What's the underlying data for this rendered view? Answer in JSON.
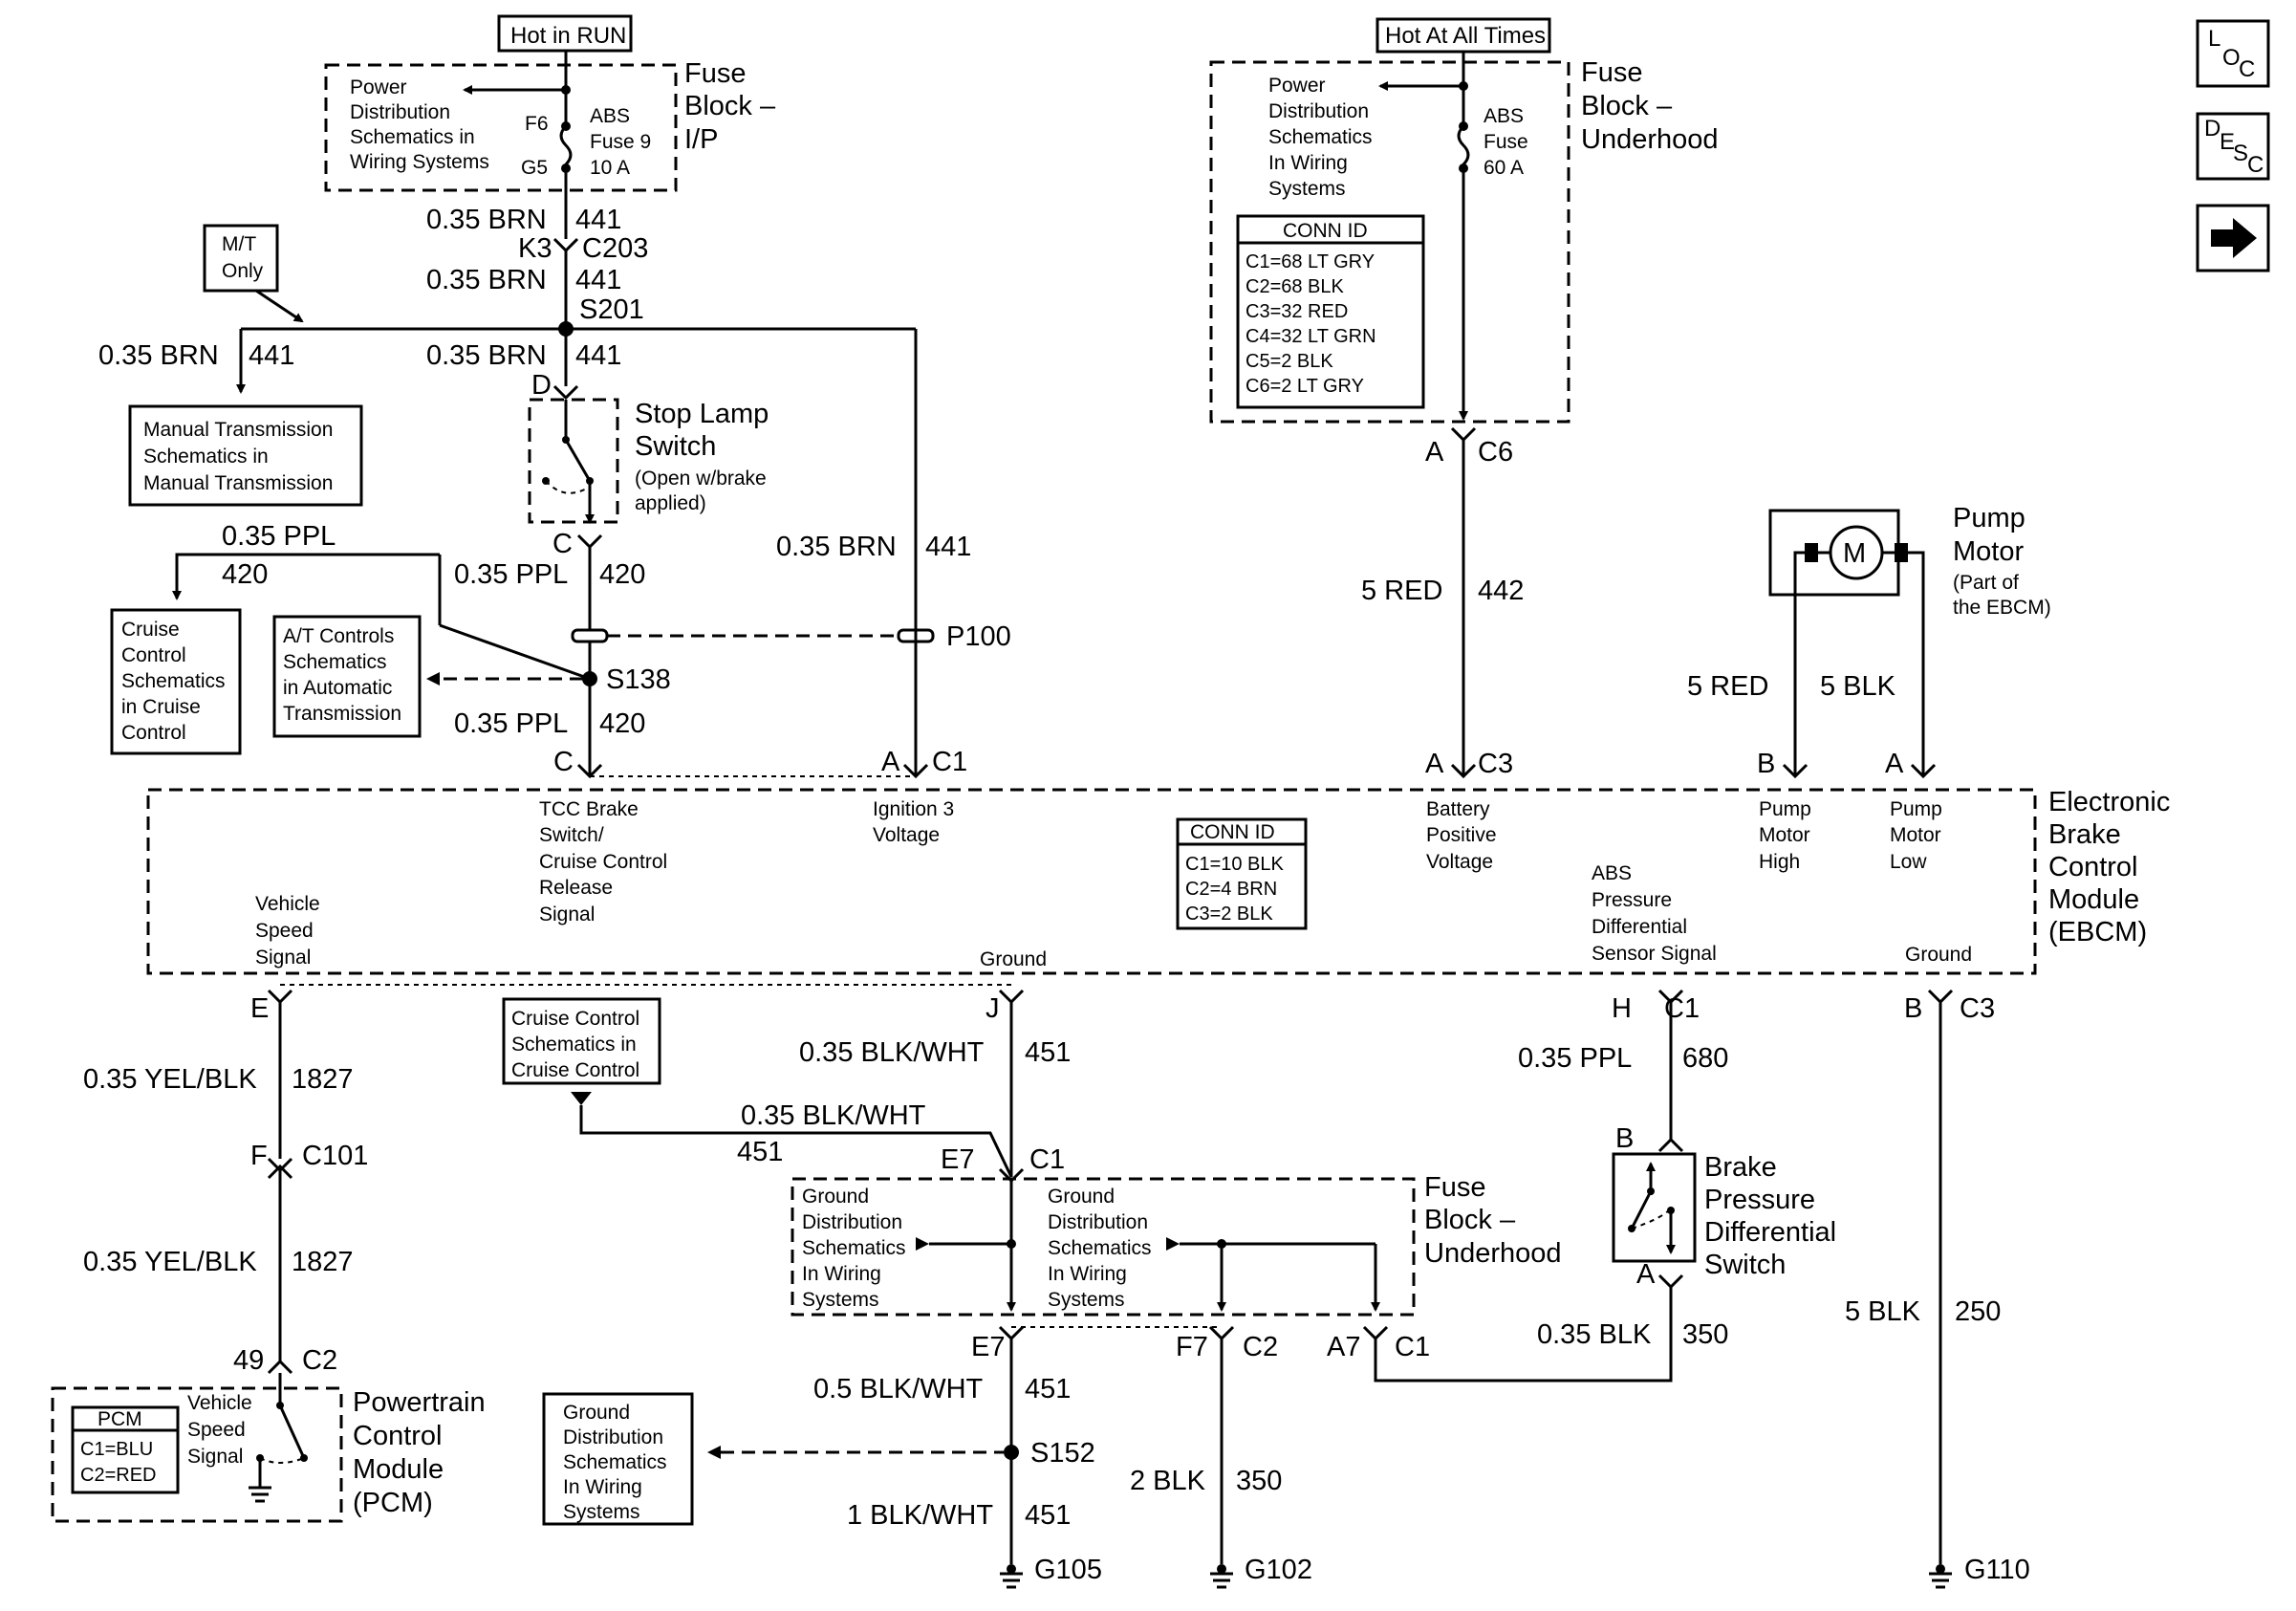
{
  "nav": {
    "loc": [
      "L",
      "O",
      "C"
    ],
    "desc": [
      "D",
      "E",
      "S",
      "C"
    ],
    "next_glyph": "➡"
  },
  "fuse_ip": {
    "hot_label": "Hot in RUN",
    "pds": [
      "Power",
      "Distribution",
      "Schematics in",
      "Wiring Systems"
    ],
    "f6": "F6",
    "g5": "G5",
    "fuse": [
      "ABS",
      "Fuse 9",
      "10 A"
    ],
    "title": [
      "Fuse",
      "Block –",
      "I/P"
    ]
  },
  "fuse_uh": {
    "hot_label": "Hot At All Times",
    "pds": [
      "Power",
      "Distribution",
      "Schematics",
      "In Wiring",
      "Systems"
    ],
    "fuse": [
      "ABS",
      "Fuse",
      "60 A"
    ],
    "title": [
      "Fuse",
      "Block –",
      "Underhood"
    ],
    "conn_title": "CONN ID",
    "conn": [
      "C1=68 LT GRY",
      "C2=68 BLK",
      "C3=32 RED",
      "C4=32 LT GRN",
      "C5=2 BLK",
      "C6=2 LT GRY"
    ]
  },
  "wires": {
    "w441a": [
      "0.35 BRN",
      "441"
    ],
    "k3": "K3",
    "c203": "C203",
    "w441b": [
      "0.35 BRN",
      "441"
    ],
    "s201": "S201",
    "w441l": [
      "0.35 BRN",
      "441"
    ],
    "w441c": [
      "0.35 BRN",
      "441"
    ],
    "pinD": "D",
    "pinC": "C",
    "w420a": [
      "0.35 PPL",
      "420"
    ],
    "w420l": [
      "0.35 PPL",
      "420"
    ],
    "w441r": [
      "0.35 BRN",
      "441"
    ],
    "p100": "P100",
    "s138": "S138",
    "w420b": [
      "0.35 PPL",
      "420"
    ],
    "pinC2": "C",
    "pinA": "A",
    "c1a": "C1",
    "pinA6": "A",
    "c6": "C6",
    "w442": [
      "5 RED",
      "442"
    ],
    "pinA3": "A",
    "c3a": "C3",
    "pump_red": "5 RED",
    "pump_blk": "5 BLK",
    "pinB": "B",
    "pinA2": "A"
  },
  "mt_only": [
    "M/T",
    "Only"
  ],
  "man_trans": [
    "Manual Transmission",
    "Schematics in",
    "Manual Transmission"
  ],
  "cruise_box": [
    "Cruise",
    "Control",
    "Schematics",
    "in Cruise",
    "Control"
  ],
  "at_box": [
    "A/T Controls",
    "Schematics",
    "in Automatic",
    "Transmission"
  ],
  "stop_lamp": {
    "title": [
      "Stop Lamp",
      "Switch"
    ],
    "note": [
      "(Open w/brake",
      "applied)"
    ]
  },
  "pump": {
    "glyph": "M",
    "title": [
      "Pump",
      "Motor"
    ],
    "note": [
      "(Part of",
      "the EBCM)"
    ]
  },
  "ebcm": {
    "title": [
      "Electronic",
      "Brake",
      "Control",
      "Module",
      "(EBCM)"
    ],
    "tcc": [
      "TCC Brake",
      "Switch/",
      "Cruise Control",
      "Release",
      "Signal"
    ],
    "ign": [
      "Ignition 3",
      "Voltage"
    ],
    "bat": [
      "Battery",
      "Positive",
      "Voltage"
    ],
    "pmh": [
      "Pump",
      "Motor",
      "High"
    ],
    "pml": [
      "Pump",
      "Motor",
      "Low"
    ],
    "vss": [
      "Vehicle",
      "Speed",
      "Signal"
    ],
    "gnd": "Ground",
    "abs": [
      "ABS",
      "Pressure",
      "Differential",
      "Sensor Signal"
    ],
    "gnd2": "Ground",
    "conn_title": "CONN ID",
    "conn": [
      "C1=10 BLK",
      "C2=4 BRN",
      "C3=2 BLK"
    ]
  },
  "lower": {
    "pinE": "E",
    "w1827a": [
      "0.35 YEL/BLK",
      "1827"
    ],
    "pinF": "F",
    "c101": "C101",
    "w1827b": [
      "0.35 YEL/BLK",
      "1827"
    ],
    "pin49": "49",
    "c2a": "C2",
    "pinJ": "J",
    "w451a": [
      "0.35 BLK/WHT",
      "451"
    ],
    "cruise2": [
      "Cruise Control",
      "Schematics in",
      "Cruise Control"
    ],
    "w451b": "0.35 BLK/WHT",
    "w451b_num": "451",
    "e7a": "E7",
    "c1b": "C1",
    "gds1": [
      "Ground",
      "Distribution",
      "Schematics",
      "In Wiring",
      "Systems"
    ],
    "gds2": [
      "Ground",
      "Distribution",
      "Schematics",
      "In Wiring",
      "Systems"
    ],
    "fuse_title": [
      "Fuse",
      "Block –",
      "Underhood"
    ],
    "e7b": "E7",
    "f7": "F7",
    "c2b": "C2",
    "a7": "A7",
    "c1c": "C1",
    "w451c": [
      "0.5 BLK/WHT",
      "451"
    ],
    "s152": "S152",
    "w451d": [
      "1 BLK/WHT",
      "451"
    ],
    "w350a": [
      "2 BLK",
      "350"
    ],
    "g105": "G105",
    "g102": "G102",
    "g110": "G110",
    "gds3": [
      "Ground",
      "Distribution",
      "Schematics",
      "In Wiring",
      "Systems"
    ],
    "pinH": "H",
    "c1d": "C1",
    "w680": [
      "0.35 PPL",
      "680"
    ],
    "bpds_pinB": "B",
    "bpds_pinA": "A",
    "bpds": [
      "Brake",
      "Pressure",
      "Differential",
      "Switch"
    ],
    "w350b": [
      "0.35 BLK",
      "350"
    ],
    "pinB3": "B",
    "c3b": "C3",
    "w250": [
      "5 BLK",
      "250"
    ]
  },
  "pcm": {
    "title": [
      "Powertrain",
      "Control",
      "Module",
      "(PCM)"
    ],
    "vss": [
      "Vehicle",
      "Speed",
      "Signal"
    ],
    "conn_title": "PCM",
    "conn": [
      "C1=BLU",
      "C2=RED"
    ]
  }
}
